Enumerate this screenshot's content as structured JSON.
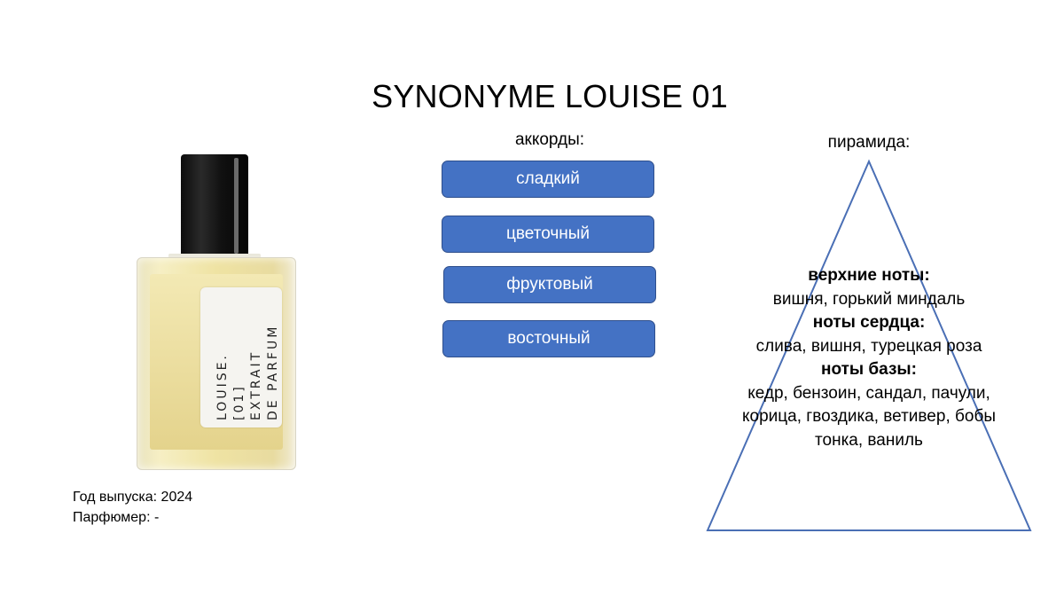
{
  "title": "SYNONYME LOUISE 01",
  "bottle_label": {
    "lines": [
      "LOUISE.",
      "[01]",
      "EXTRAIT",
      "DE PARFUM"
    ]
  },
  "info": {
    "year": "Год выпуска: 2024",
    "perfumer": "Парфюмер: -"
  },
  "accords": {
    "title": "аккорды:",
    "items": [
      "сладкий",
      "цветочный",
      "фруктовый",
      "восточный"
    ],
    "color": "#4472c4"
  },
  "pyramid": {
    "title": "пирамида:",
    "top_heading": "верхние ноты:",
    "top_notes": "вишня, горький миндаль",
    "heart_heading": "ноты сердца:",
    "heart_notes": "слива, вишня, турецкая роза",
    "base_heading": "ноты базы:",
    "base_notes_line1": "кедр, бензоин, сандал, пачули,",
    "base_notes_line2": "корица, гвоздика, ветивер, бобы",
    "base_notes_line3": "тонка, ваниль",
    "stroke_color": "#4a6fb5"
  }
}
